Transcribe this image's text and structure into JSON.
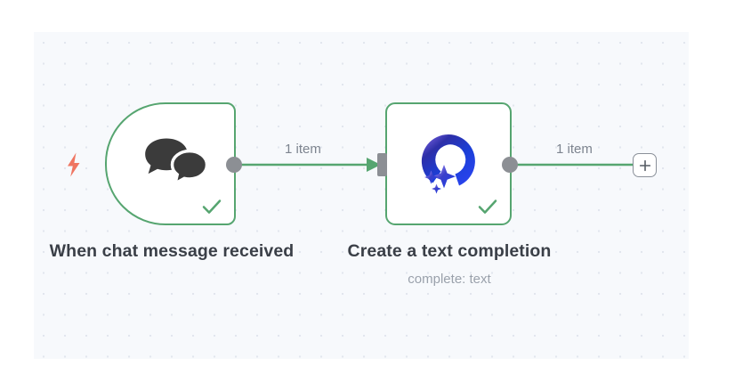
{
  "canvas": {
    "background_color": "#f7f9fc",
    "grid_dot_color": "#e2e6ee"
  },
  "colors": {
    "node_border_green": "#56a570",
    "wire_green": "#56a570",
    "port_gray": "#8c8f94",
    "bolt_coral": "#ef7561",
    "label_dark": "#3a3f47",
    "sublabel_gray": "#9aa1ab",
    "logo_blue": "#2b3fe0",
    "logo_purple": "#7a63e8",
    "chat_icon_dark": "#3b3b3b"
  },
  "nodes": [
    {
      "id": "trigger",
      "title": "When chat message received",
      "subtitle": "",
      "icon": "chat-bubbles-icon",
      "status": "success",
      "status_icon": "check-icon",
      "has_trigger_bolt": true,
      "bolt_icon": "lightning-bolt-icon"
    },
    {
      "id": "action",
      "title": "Create a text completion",
      "subtitle": "complete: text",
      "icon": "ai-model-logo-icon",
      "status": "success",
      "status_icon": "check-icon",
      "has_trigger_bolt": false
    }
  ],
  "connections": [
    {
      "id": "trigger-to-action",
      "from": "trigger",
      "to": "action",
      "label": "1 item",
      "has_arrow": true
    },
    {
      "id": "action-to-add",
      "from": "action",
      "to": "add-node-button",
      "label": "1 item",
      "has_arrow": false
    }
  ],
  "add_node_button": {
    "icon": "plus-icon",
    "label": "+"
  }
}
